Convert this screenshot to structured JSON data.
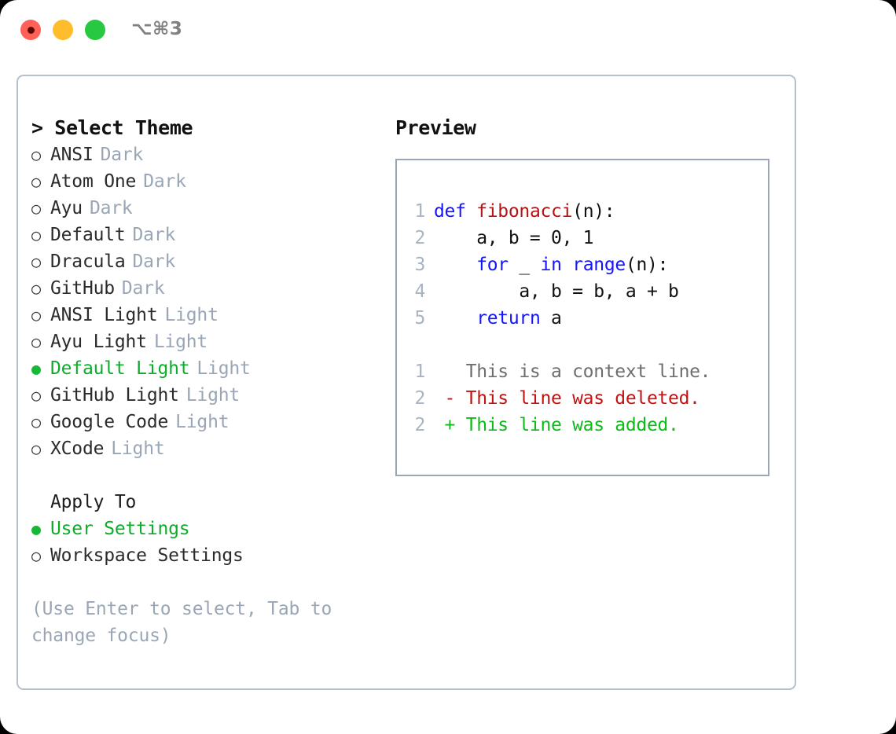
{
  "window": {
    "shortcut": "⌥⌘3",
    "traffic_lights": [
      {
        "name": "close",
        "color": "#ff6058"
      },
      {
        "name": "minimize",
        "color": "#ffbd2e"
      },
      {
        "name": "maximize",
        "color": "#28c840"
      }
    ]
  },
  "theme_picker": {
    "header": "> Select Theme",
    "selected_marker": "●",
    "unselected_marker": "○",
    "items": [
      {
        "label": "ANSI",
        "tag": "Dark",
        "selected": false
      },
      {
        "label": "Atom One",
        "tag": "Dark",
        "selected": false
      },
      {
        "label": "Ayu",
        "tag": "Dark",
        "selected": false
      },
      {
        "label": "Default",
        "tag": "Dark",
        "selected": false
      },
      {
        "label": "Dracula",
        "tag": "Dark",
        "selected": false
      },
      {
        "label": "GitHub",
        "tag": "Dark",
        "selected": false
      },
      {
        "label": "ANSI Light",
        "tag": "Light",
        "selected": false
      },
      {
        "label": "Ayu Light",
        "tag": "Light",
        "selected": false
      },
      {
        "label": "Default Light",
        "tag": "Light",
        "selected": true
      },
      {
        "label": "GitHub Light",
        "tag": "Light",
        "selected": false
      },
      {
        "label": "Google Code",
        "tag": "Light",
        "selected": false
      },
      {
        "label": "XCode",
        "tag": "Light",
        "selected": false
      }
    ]
  },
  "apply_to": {
    "header": "Apply To",
    "items": [
      {
        "label": "User Settings",
        "selected": true
      },
      {
        "label": "Workspace Settings",
        "selected": false
      }
    ]
  },
  "hint": "(Use Enter to select, Tab to change focus)",
  "preview": {
    "title": "Preview",
    "code_lines": [
      {
        "num": "1",
        "segments": [
          {
            "text": "def ",
            "cls": "tok-kw"
          },
          {
            "text": "fibonacci",
            "cls": "tok-fn"
          },
          {
            "text": "(n):",
            "cls": "tok-txt"
          }
        ]
      },
      {
        "num": "2",
        "segments": [
          {
            "text": "    a, b = 0, 1",
            "cls": "tok-txt"
          }
        ]
      },
      {
        "num": "3",
        "segments": [
          {
            "text": "    ",
            "cls": "tok-txt"
          },
          {
            "text": "for",
            "cls": "tok-kw"
          },
          {
            "text": " _ ",
            "cls": "tok-txt"
          },
          {
            "text": "in",
            "cls": "tok-kw"
          },
          {
            "text": " ",
            "cls": "tok-txt"
          },
          {
            "text": "range",
            "cls": "tok-kw"
          },
          {
            "text": "(n):",
            "cls": "tok-txt"
          }
        ]
      },
      {
        "num": "4",
        "segments": [
          {
            "text": "        a, b = b, a + b",
            "cls": "tok-txt"
          }
        ]
      },
      {
        "num": "5",
        "segments": [
          {
            "text": "    ",
            "cls": "tok-txt"
          },
          {
            "text": "return",
            "cls": "tok-kw"
          },
          {
            "text": " a",
            "cls": "tok-txt"
          }
        ]
      }
    ],
    "diff_lines": [
      {
        "num": "1",
        "segments": [
          {
            "text": "   This is a context line.",
            "cls": "tok-ctx"
          }
        ]
      },
      {
        "num": "2",
        "segments": [
          {
            "text": " - This line was deleted.",
            "cls": "tok-del"
          }
        ]
      },
      {
        "num": "2",
        "segments": [
          {
            "text": " + This line was added.",
            "cls": "tok-add"
          }
        ]
      }
    ]
  },
  "colors": {
    "accent_green": "#0dad2b",
    "muted": "#9aa6b6",
    "keyword_blue": "#1414ff",
    "function_red": "#b41414",
    "diff_deleted": "#c41111",
    "diff_added": "#0cba18",
    "border": "#b6bfcc"
  }
}
